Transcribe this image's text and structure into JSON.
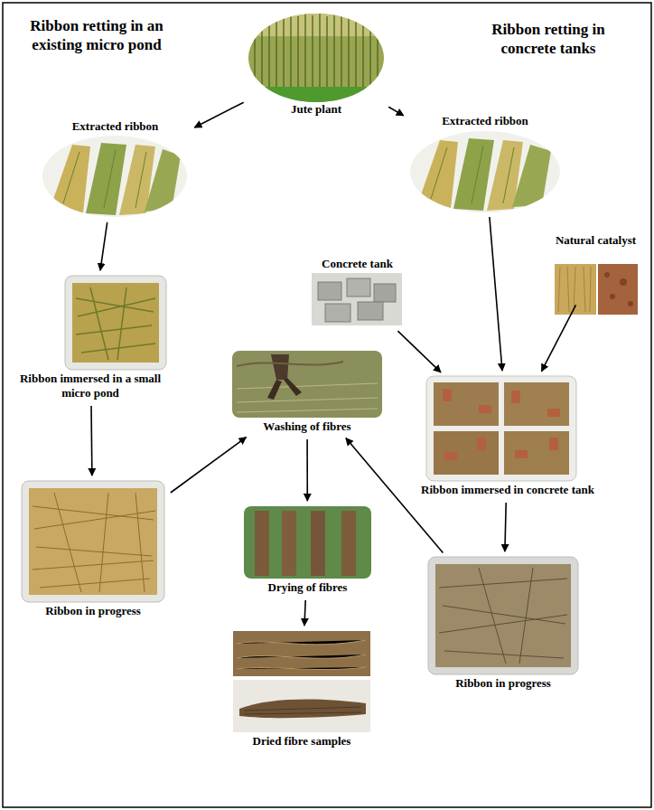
{
  "diagram": {
    "nodes": [
      {
        "text": [
          "Jute plant"
        ]
      },
      {
        "text": [
          "Extracted ribbon"
        ]
      },
      {
        "text": [
          "Extracted ribbon"
        ]
      },
      {
        "text": [
          "Concrete tank"
        ]
      },
      {
        "text": [
          "Natural catalyst"
        ]
      },
      {
        "text": [
          "Ribbon immersed in a small micro pond"
        ]
      },
      {
        "text": [
          "Washing of fibres"
        ]
      },
      {
        "text": [
          "Ribbon immersed in concrete tank"
        ]
      },
      {
        "text": [
          "Drying of fibres"
        ]
      },
      {
        "text": [
          "Ribbon in progress"
        ]
      },
      {
        "text": [
          "Dried fibre samples"
        ]
      },
      {
        "text": [
          "Ribbon in progress"
        ]
      }
    ],
    "edges": [
      {
        "from": 0,
        "to": 1,
        "arrow": "to"
      },
      {
        "from": 0,
        "to": 2,
        "arrow": "to"
      },
      {
        "from": 1,
        "to": 5,
        "arrow": "to"
      },
      {
        "from": 5,
        "to": 9,
        "arrow": "to"
      },
      {
        "from": 9,
        "to": 6,
        "arrow": "to"
      },
      {
        "from": 2,
        "to": 7,
        "arrow": "to"
      },
      {
        "from": 3,
        "to": 7,
        "arrow": "to"
      },
      {
        "from": 4,
        "to": 7,
        "arrow": "to"
      },
      {
        "from": 7,
        "to": 11,
        "arrow": "to"
      },
      {
        "from": 11,
        "to": 6,
        "arrow": "to"
      },
      {
        "from": 6,
        "to": 8,
        "arrow": "to"
      },
      {
        "from": 8,
        "to": 10,
        "arrow": "to"
      }
    ],
    "labels": [
      "Ribbon retting in an existing micro pond",
      "Ribbon retting in concrete tanks"
    ]
  }
}
